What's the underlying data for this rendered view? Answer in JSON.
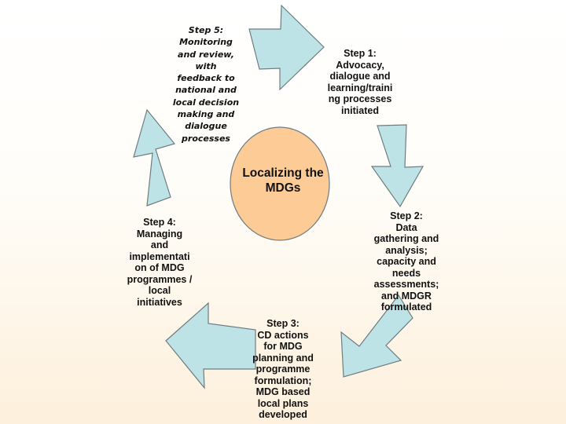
{
  "diagram": {
    "center": {
      "lines": [
        "Localizing the",
        "MDGs"
      ],
      "fill": "#fccb96"
    },
    "arrow_fill": "#bde3e6",
    "arrow_stroke": "#6f7c80",
    "steps": [
      {
        "id": "step1",
        "lines": [
          "Step 1:",
          "Advocacy,",
          "dialogue and",
          "learning/traini",
          "ng processes",
          "initiated"
        ]
      },
      {
        "id": "step2",
        "lines": [
          "Step 2:",
          "Data",
          "gathering and",
          "analysis;",
          "capacity and",
          "needs",
          "assessments;",
          "and MDGR",
          "formulated"
        ]
      },
      {
        "id": "step3",
        "lines": [
          "Step 3:",
          "CD actions",
          "for MDG",
          "planning and",
          "programme",
          "formulation;",
          "MDG based",
          "local plans",
          "developed"
        ]
      },
      {
        "id": "step4",
        "lines": [
          "Step 4:",
          "Managing",
          "and",
          "implementati",
          "on of MDG",
          "programmes /",
          "local",
          "initiatives"
        ]
      },
      {
        "id": "step5",
        "lines": [
          "Step 5:",
          "Monitoring",
          "and review,",
          "with",
          "feedback to",
          "national and",
          "local decision",
          "making and",
          "dialogue",
          "processes"
        ]
      }
    ]
  }
}
